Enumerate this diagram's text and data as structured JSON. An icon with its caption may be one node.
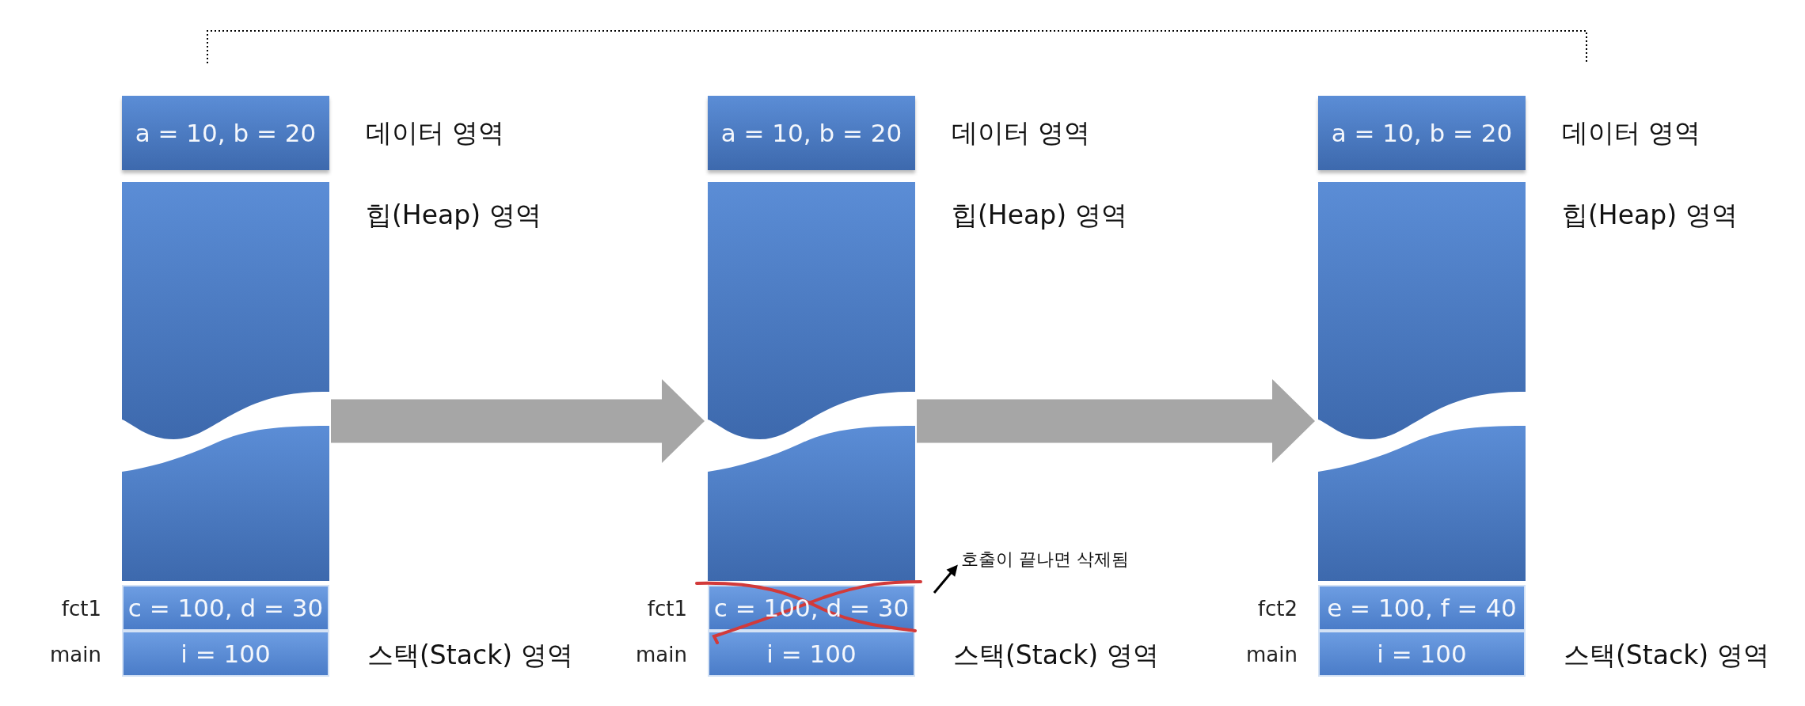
{
  "diagram": {
    "nodes": [
      {
        "text": [
          "a = 10, b = 20"
        ],
        "beside": [
          "데이터 영역"
        ]
      },
      {
        "text": [],
        "shape": "box",
        "beside": [
          "힙(Heap) 영역"
        ]
      },
      {
        "text": [],
        "shape": "box"
      },
      {
        "text": [
          "c = 100, d = 30"
        ],
        "beside": [
          "fct1"
        ]
      },
      {
        "text": [
          "i = 100"
        ],
        "beside": [
          "main",
          "스택(Stack) 영역"
        ]
      },
      {
        "text": [
          "a = 10, b = 20"
        ],
        "beside": [
          "데이터 영역"
        ]
      },
      {
        "text": [],
        "shape": "box",
        "beside": [
          "힙(Heap) 영역"
        ]
      },
      {
        "text": [],
        "shape": "box"
      },
      {
        "text": [
          "c = 100, d = 30"
        ],
        "beside": [
          "fct1"
        ]
      },
      {
        "text": [
          "i = 100"
        ],
        "beside": [
          "main",
          "스택(Stack) 영역"
        ]
      },
      {
        "text": [
          "a = 10, b = 20"
        ],
        "beside": [
          "데이터 영역"
        ]
      },
      {
        "text": [],
        "shape": "box",
        "beside": [
          "힙(Heap) 영역"
        ]
      },
      {
        "text": [],
        "shape": "box"
      },
      {
        "text": [
          "e = 100, f = 40"
        ],
        "beside": [
          "fct2"
        ]
      },
      {
        "text": [
          "i = 100"
        ],
        "beside": [
          "main",
          "스택(Stack) 영역"
        ]
      },
      {
        "text": [
          "호출이 끝나면 삭제됨"
        ]
      }
    ],
    "edges": [
      {
        "from": 2,
        "to": 7,
        "arrow": "to"
      },
      {
        "from": 7,
        "to": 12,
        "arrow": "to"
      },
      {
        "from": 8,
        "to": 15,
        "arrow": "to",
        "color": "#000000"
      }
    ]
  }
}
